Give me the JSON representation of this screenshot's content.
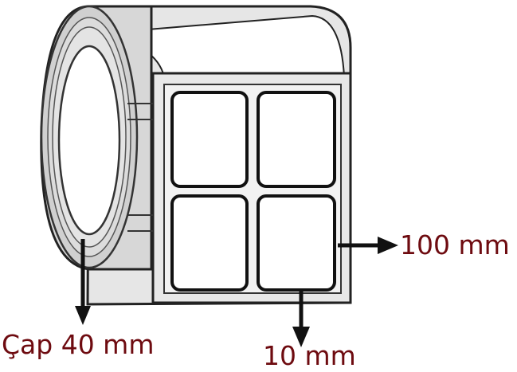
{
  "diagram": {
    "labels": {
      "core_diameter": "Çap 40 mm",
      "label_width": "100 mm",
      "label_height": "10 mm"
    },
    "labels_across": 2,
    "labels_down": 2,
    "colors": {
      "label_text": "#6e0b10",
      "outline": "#111111",
      "roll_face": "#d9d9d9",
      "liner": "#e6e6e6",
      "label_fill": "#ffffff"
    }
  }
}
